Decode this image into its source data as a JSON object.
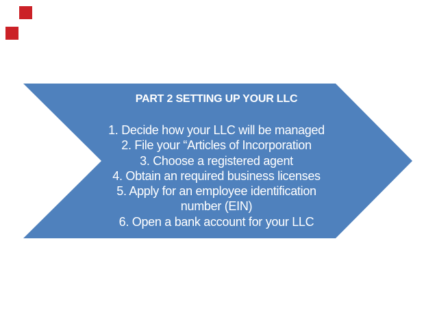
{
  "slide": {
    "colors": {
      "background": "#ffffff",
      "arrow_blue": "#4f81bd",
      "logo_red": "#cb2127",
      "text": "#ffffff"
    },
    "arrow": {
      "title": "PART 2 SETTING UP YOUR LLC",
      "lines": [
        "1. Decide how your LLC will be managed",
        "2. File your “Articles of Incorporation",
        "3. Choose a registered agent",
        "4. Obtain an required business licenses",
        "5. Apply for an employee identification",
        "number (EIN)",
        "6. Open a bank account for your LLC"
      ]
    }
  }
}
